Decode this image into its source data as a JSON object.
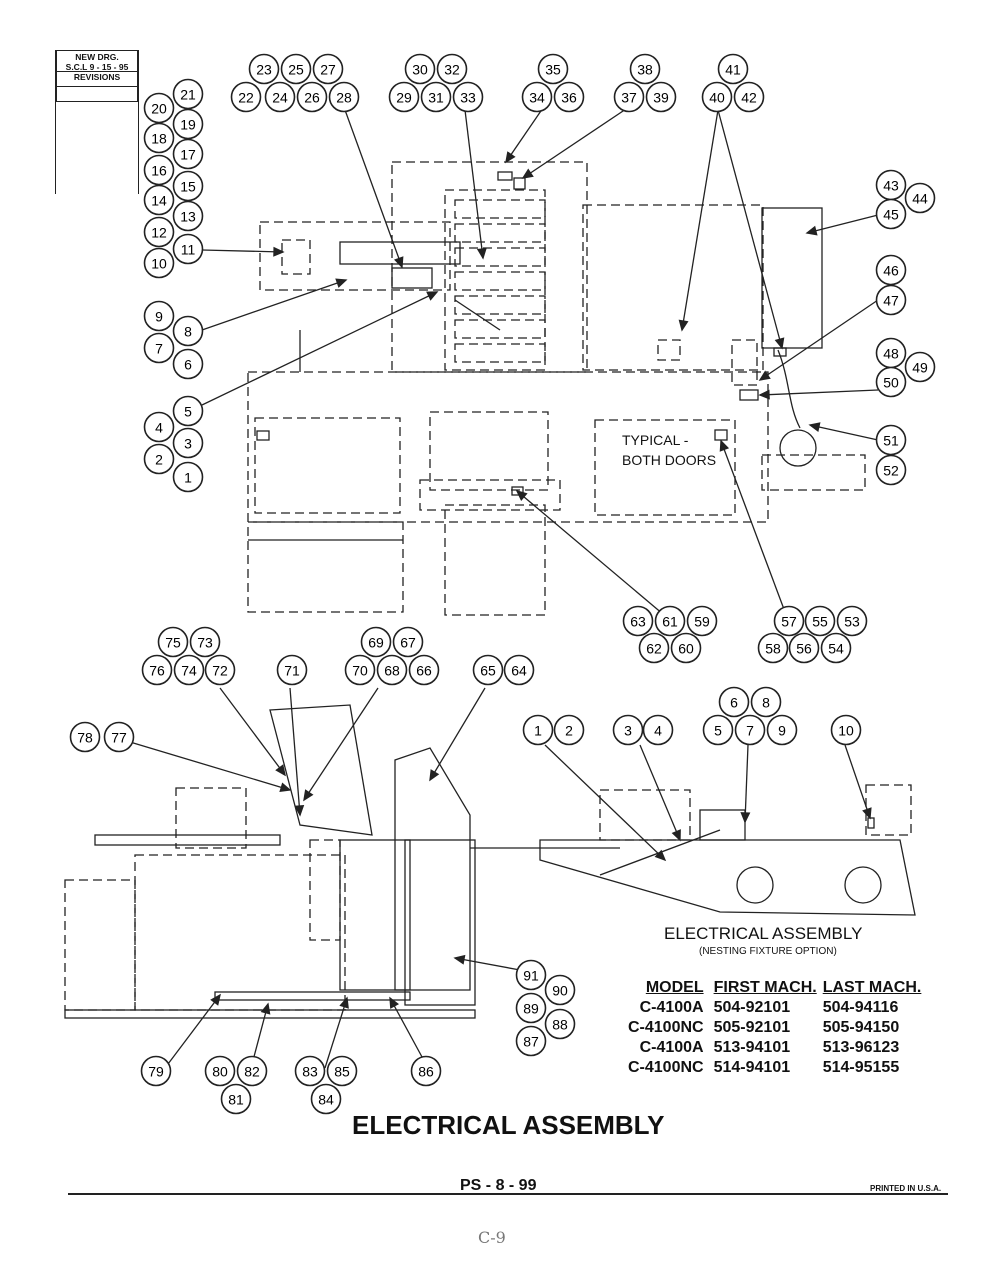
{
  "revisions": {
    "new_drg": "NEW DRG.",
    "scl_date": "S.C.L 9 - 15 - 95",
    "label": "REVISIONS"
  },
  "callouts": [
    "1",
    "2",
    "3",
    "4",
    "5",
    "6",
    "7",
    "8",
    "9",
    "10",
    "11",
    "12",
    "13",
    "14",
    "15",
    "16",
    "17",
    "18",
    "19",
    "20",
    "21",
    "22",
    "23",
    "24",
    "25",
    "26",
    "27",
    "28",
    "29",
    "30",
    "31",
    "32",
    "33",
    "34",
    "35",
    "36",
    "37",
    "38",
    "39",
    "40",
    "41",
    "42",
    "43",
    "44",
    "45",
    "46",
    "47",
    "48",
    "49",
    "50",
    "51",
    "52",
    "53",
    "54",
    "55",
    "56",
    "57",
    "58",
    "59",
    "60",
    "61",
    "62",
    "63",
    "64",
    "65",
    "66",
    "67",
    "68",
    "69",
    "70",
    "71",
    "72",
    "73",
    "74",
    "75",
    "76",
    "77",
    "78",
    "79",
    "80",
    "81",
    "82",
    "83",
    "84",
    "85",
    "86",
    "87",
    "88",
    "89",
    "90",
    "91"
  ],
  "nesting_callouts": [
    "1",
    "2",
    "3",
    "4",
    "5",
    "6",
    "7",
    "8",
    "9",
    "10"
  ],
  "typical_note": [
    "TYPICAL -",
    "BOTH DOORS"
  ],
  "nesting": {
    "title": "ELECTRICAL ASSEMBLY",
    "subtitle": "(NESTING FIXTURE OPTION)"
  },
  "table": {
    "headers": [
      "MODEL",
      "FIRST MACH.",
      "LAST MACH."
    ],
    "rows": [
      [
        "C-4100A",
        "504-92101",
        "504-94116"
      ],
      [
        "C-4100NC",
        "505-92101",
        "505-94150"
      ],
      [
        "C-4100A",
        "513-94101",
        "513-96123"
      ],
      [
        "C-4100NC",
        "514-94101",
        "514-95155"
      ]
    ]
  },
  "title": "ELECTRICAL ASSEMBLY",
  "page": "PS - 8 - 99",
  "printed": "PRINTED IN U.S.A.",
  "sheet": "C-9"
}
